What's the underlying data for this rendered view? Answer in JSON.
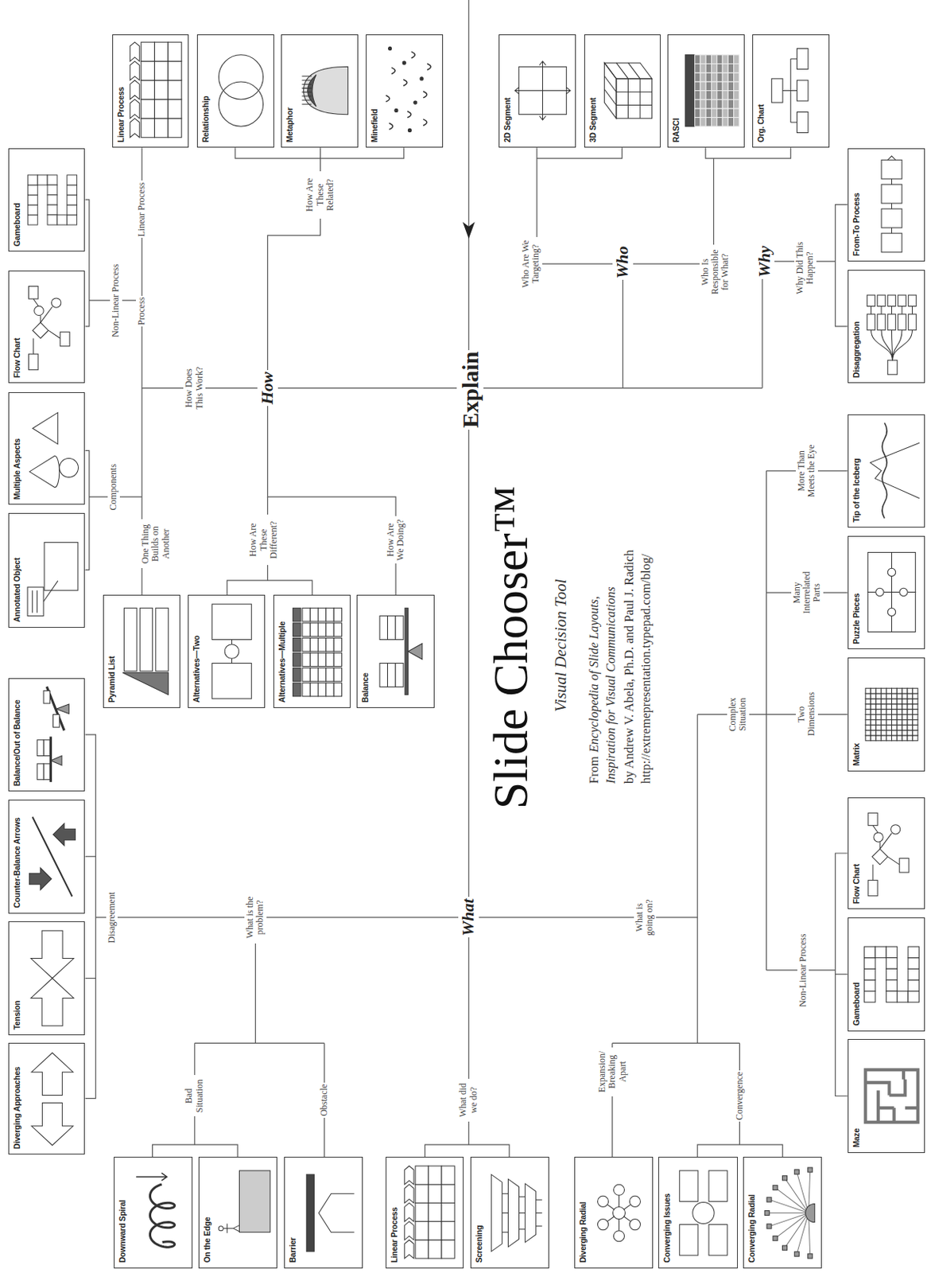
{
  "diagram": {
    "title": "Slide Chooser™",
    "nodes": [
      {
        "text": [
          "Gameboard"
        ]
      },
      {
        "text": [
          "Flow Chart"
        ]
      },
      {
        "text": [
          "Multiple Aspects"
        ]
      },
      {
        "text": [
          "Annotated Object"
        ]
      },
      {
        "text": [
          "Linear Process"
        ]
      },
      {
        "text": [
          "Relationship"
        ]
      },
      {
        "text": [
          "Metaphor"
        ]
      },
      {
        "text": [
          "Minefield"
        ]
      },
      {
        "text": [
          "Pyramid List"
        ]
      },
      {
        "text": [
          "Alternatives—Two"
        ]
      },
      {
        "text": [
          "Alternatives—Multiple"
        ]
      },
      {
        "text": [
          "Balance"
        ]
      },
      {
        "text": [
          "2D Segment"
        ]
      },
      {
        "text": [
          "3D Segment"
        ]
      },
      {
        "text": [
          "RASCI"
        ]
      },
      {
        "text": [
          "Org. Chart"
        ]
      },
      {
        "text": [
          "From-To Process"
        ]
      },
      {
        "text": [
          "Disaggregation"
        ]
      },
      {
        "text": [
          "Balance/Out of Balance"
        ]
      },
      {
        "text": [
          "Counter-Balance Arrows"
        ]
      },
      {
        "text": [
          "Tension"
        ]
      },
      {
        "text": [
          "Diverging Approaches"
        ]
      },
      {
        "text": [
          "Downward Spiral"
        ]
      },
      {
        "text": [
          "On the Edge"
        ]
      },
      {
        "text": [
          "Barrier"
        ]
      },
      {
        "text": [
          "Linear Process"
        ]
      },
      {
        "text": [
          "Screening"
        ]
      },
      {
        "text": [
          "Diverging Radial"
        ]
      },
      {
        "text": [
          "Converging Issues"
        ]
      },
      {
        "text": [
          "Converging Radial"
        ]
      },
      {
        "text": [
          "Tip of the Iceberg"
        ]
      },
      {
        "text": [
          "Puzzle Pieces"
        ]
      },
      {
        "text": [
          "Matrix"
        ]
      },
      {
        "text": [
          "Flow Chart"
        ]
      },
      {
        "text": [
          "Gameboard"
        ]
      },
      {
        "text": [
          "Maze"
        ]
      }
    ],
    "labels": [
      "Explain",
      "How",
      "Who",
      "Why",
      "What",
      "How Does This Work?",
      "Process",
      "Non-Linear Process",
      "Linear Process",
      "Components",
      "One Thing Builds on Another",
      "How Are These Related?",
      "How Are These Different?",
      "How Are We Doing?",
      "Who Are We Targeting?",
      "Who Is Responsible for What?",
      "Why Did This Happen?",
      "What is the problem?",
      "Disagreement",
      "Bad Situation",
      "Obstacle",
      "What did we do?",
      "What is going on?",
      "Expansion/ Breaking Apart",
      "Convergence",
      "Complex Situation",
      "More Than Meets the Eye",
      "Many Interrelated Parts",
      "Two Dimensions",
      "Non-Linear Process",
      "Visual Decision Tool",
      "From",
      "Encyclopedia of Slide Layouts,",
      "Inspiration for Visual Communications",
      "by Andrew V. Abela, Ph.D. and Paul J. Radich",
      "http://extremepresentation.typepad.com/blog/"
    ]
  }
}
